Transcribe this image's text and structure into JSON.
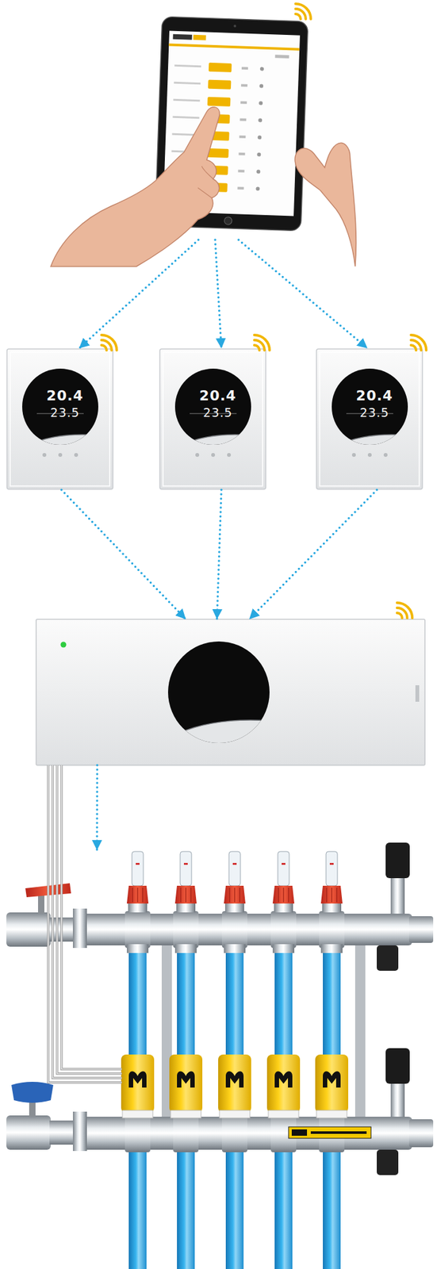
{
  "diagram": {
    "nodes": [
      {
        "text": []
      },
      {
        "text": [
          "20.4",
          "23.5"
        ]
      },
      {
        "text": [
          "20.4",
          "23.5"
        ]
      },
      {
        "text": [
          "20.4",
          "23.5"
        ]
      },
      {
        "text": []
      },
      {
        "text": []
      }
    ],
    "edges": [
      {
        "from": 0,
        "to": 1,
        "arrow": "to"
      },
      {
        "from": 0,
        "to": 2,
        "arrow": "to"
      },
      {
        "from": 0,
        "to": 3,
        "arrow": "to"
      },
      {
        "from": 1,
        "to": 4,
        "arrow": "to"
      },
      {
        "from": 2,
        "to": 4,
        "arrow": "to"
      },
      {
        "from": 3,
        "to": 4,
        "arrow": "to"
      },
      {
        "from": 4,
        "to": 5,
        "arrow": "to"
      }
    ]
  }
}
